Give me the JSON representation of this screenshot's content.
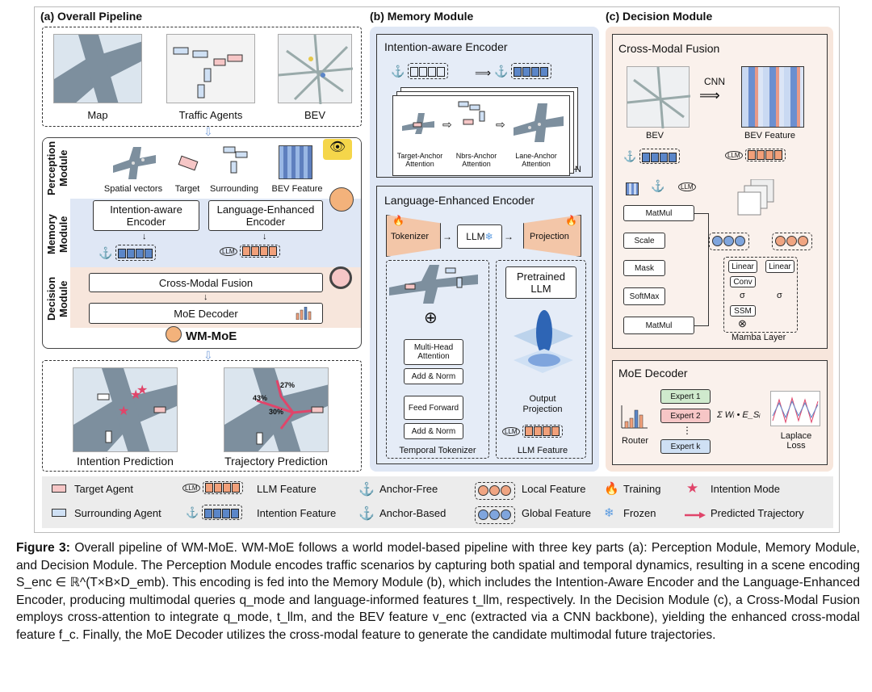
{
  "panels": {
    "a": "(a) Overall Pipeline",
    "b": "(b) Memory Module",
    "c": "(c) Decision Module"
  },
  "inputs": {
    "map": "Map",
    "agents": "Traffic Agents",
    "bev": "BEV"
  },
  "rows": {
    "perception": "Perception Module",
    "memory": "Memory Module",
    "decision": "Decision Module"
  },
  "perception_items": [
    "Spatial vectors",
    "Target",
    "Surrounding",
    "BEV Feature"
  ],
  "memory_items": {
    "intention": "Intention-aware Encoder",
    "language": "Language-Enhanced Encoder"
  },
  "decision_items": {
    "fusion": "Cross-Modal Fusion",
    "moe": "MoE Decoder"
  },
  "brand": "WM-MoE",
  "outputs": {
    "intention": "Intention Prediction",
    "trajectory": "Trajectory Prediction",
    "p1": "27%",
    "p2": "43%",
    "p3": "30%"
  },
  "intention_encoder": {
    "title": "Intention-aware Encoder",
    "a1": "Target-Anchor Attention",
    "a2": "Nbrs-Anchor Attention",
    "a3": "Lane-Anchor Attention",
    "n": "N"
  },
  "language_encoder": {
    "title": "Language-Enhanced Encoder",
    "tokenizer": "Tokenizer",
    "llm": "LLM",
    "projection": "Projection",
    "mha": "Multi-Head Attention",
    "addnorm1": "Add & Norm",
    "ff": "Feed Forward",
    "addnorm2": "Add & Norm",
    "temporal": "Temporal Tokenizer",
    "pretrained": "Pretrained LLM",
    "output_proj": "Output Projection",
    "llm_feature": "LLM Feature"
  },
  "fusion": {
    "title": "Cross-Modal Fusion",
    "cnn": "CNN",
    "bev": "BEV",
    "bev_feature": "BEV Feature",
    "matmul1": "MatMul",
    "scale": "Scale",
    "mask": "Mask",
    "softmax": "SoftMax",
    "matmul2": "MatMul",
    "linear1": "Linear",
    "linear2": "Linear",
    "conv": "Conv",
    "sigma1": "σ",
    "sigma2": "σ",
    "ssm": "SSM",
    "mamba": "Mamba Layer"
  },
  "moe": {
    "title": "MoE Decoder",
    "router": "Router",
    "e1": "Expert 1",
    "e2": "Expert 2",
    "ek": "Expert k",
    "dots": "⋮",
    "formula": "Σ Wᵢ • E_Sᵢ",
    "laplace": "Laplace Loss"
  },
  "legend": {
    "target": "Target Agent",
    "surrounding": "Surrounding Agent",
    "llm": "LLM Feature",
    "intention": "Intention Feature",
    "anchor_free": "Anchor-Free",
    "anchor_based": "Anchor-Based",
    "local": "Local Feature",
    "global": "Global Feature",
    "training": "Training",
    "frozen": "Frozen",
    "mode": "Intention Mode",
    "pred": "Predicted Trajectory"
  },
  "caption": {
    "label": "Figure 3:",
    "text": "Overall pipeline of WM-MoE. WM-MoE follows a world model-based pipeline with three key parts (a): Perception Module, Memory Module, and Decision Module. The Perception Module encodes traffic scenarios by capturing both spatial and temporal dynamics, resulting in a scene encoding S_enc ∈ ℝ^(T×B×D_emb). This encoding is fed into the Memory Module (b), which includes the Intention-Aware Encoder and the Language-Enhanced Encoder, producing multimodal queries q_mode and language-informed features t_llm, respectively. In the Decision Module (c), a Cross-Modal Fusion employs cross-attention to integrate q_mode, t_llm, and the BEV feature v_enc (extracted via a CNN backbone), yielding the enhanced cross-modal feature f_c. Finally, the MoE Decoder utilizes the cross-modal feature to generate the candidate multimodal future trajectories."
  },
  "colors": {
    "blue": "#5b86c8",
    "orange": "#f1a07a",
    "memory_bg": "#dfe7f5",
    "decision_bg": "#f7e6dc"
  }
}
